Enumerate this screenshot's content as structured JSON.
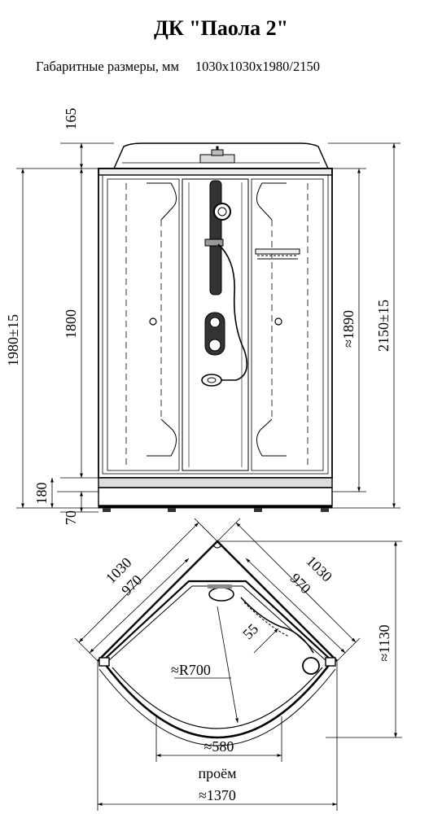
{
  "title": "ДК \"Паола 2\"",
  "subtitle": {
    "label": "Габаритные размеры, мм",
    "dims": "1030x1030x1980/2150"
  },
  "front_view": {
    "dim_165": "165",
    "dim_1980": "1980±15",
    "dim_1800": "1800",
    "dim_180": "180",
    "dim_70": "70",
    "dim_1890": "≈1890",
    "dim_2150": "2150±15"
  },
  "top_view": {
    "dim_1030_left": "1030",
    "dim_970_left": "970",
    "dim_1030_right": "1030",
    "dim_970_right": "970",
    "dim_55": "55",
    "dim_radius": "≈R700",
    "dim_1130": "≈1130",
    "dim_580": "≈580",
    "opening": "проём",
    "dim_1370": "≈1370"
  }
}
